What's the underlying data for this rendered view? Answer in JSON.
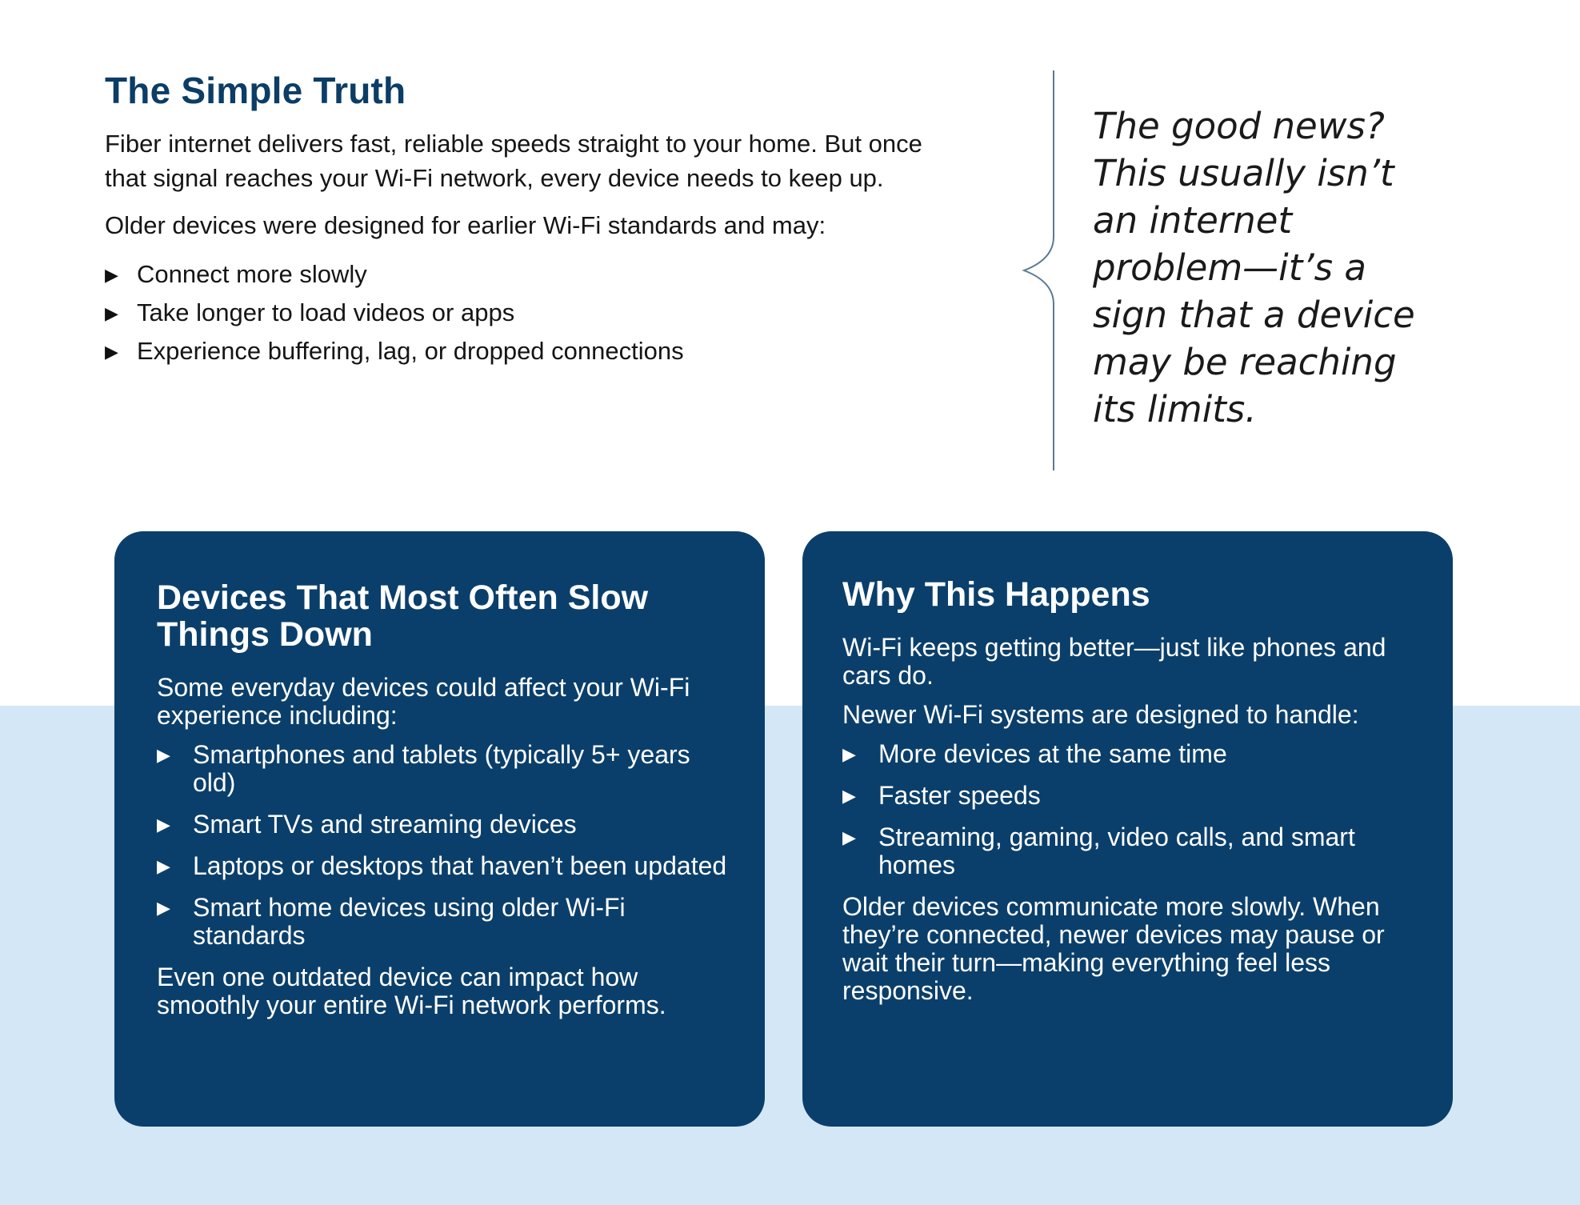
{
  "intro": {
    "title": "The Simple Truth",
    "paragraph_1": "Fiber internet delivers fast, reliable speeds straight to your home. But once that signal reaches your Wi-Fi network, every device needs to keep up.",
    "paragraph_2": "Older devices were designed for earlier Wi-Fi standards and may:",
    "bullets": [
      "Connect more slowly",
      "Take longer to load videos or apps",
      "Experience buffering, lag, or dropped connections"
    ]
  },
  "quote": {
    "text": "The good news? This usually isn’t an internet problem—it’s a sign that a device may be reaching its limits."
  },
  "card_left": {
    "title": "Devices That Most Often Slow Things Down",
    "intro": "Some everyday devices could affect your Wi-Fi experience including:",
    "bullets": [
      "Smartphones and tablets (typically 5+ years old)",
      "Smart TVs and streaming devices",
      "Laptops or desktops that haven’t been updated",
      "Smart home devices using older Wi-Fi standards"
    ],
    "footer": "Even one outdated device can impact how smoothly your entire Wi-Fi network performs."
  },
  "card_right": {
    "title": "Why This Happens",
    "paragraph_1": "Wi-Fi keeps getting better—just like phones and cars do.",
    "paragraph_2": "Newer Wi-Fi systems are designed to handle:",
    "bullets": [
      "More devices at the same time",
      "Faster speeds",
      "Streaming, gaming, video calls, and smart homes"
    ],
    "footer": "Older devices communicate more slowly. When they’re connected, newer devices may pause or wait their turn—making everything feel less responsive."
  },
  "icons": {
    "bullet": "triangle-right-icon",
    "divider": "curly-brace-icon"
  },
  "colors": {
    "navy": "#0b3f6b",
    "title_blue": "#0b3d66",
    "band_light_blue": "#d3e7f7"
  }
}
